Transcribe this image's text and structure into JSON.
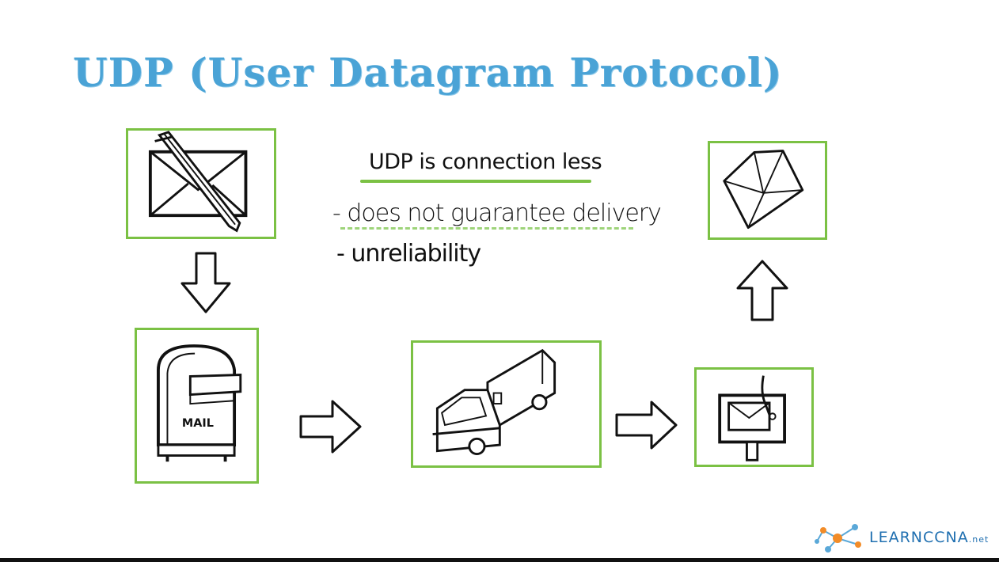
{
  "slide": {
    "title": "UDP (User Datagram Protocol)",
    "heading": "UDP is connection less",
    "bullets": [
      "- does not guarantee delivery",
      "- unreliability"
    ]
  },
  "mailbox": {
    "label": "MAIL"
  },
  "brand": {
    "name": "LEARNCCNA",
    "suffix": ".net"
  },
  "colors": {
    "title": "#4aa3d6",
    "frame": "#7bc144",
    "ink": "#111111",
    "brand": "#1f6fb0"
  },
  "icons": [
    "envelope-pen-icon",
    "down-arrow-icon",
    "mailbox-icon",
    "right-arrow-icon",
    "truck-icon",
    "right-arrow-icon",
    "home-mailbox-icon",
    "up-arrow-icon",
    "open-envelope-icon",
    "network-logo-icon"
  ]
}
